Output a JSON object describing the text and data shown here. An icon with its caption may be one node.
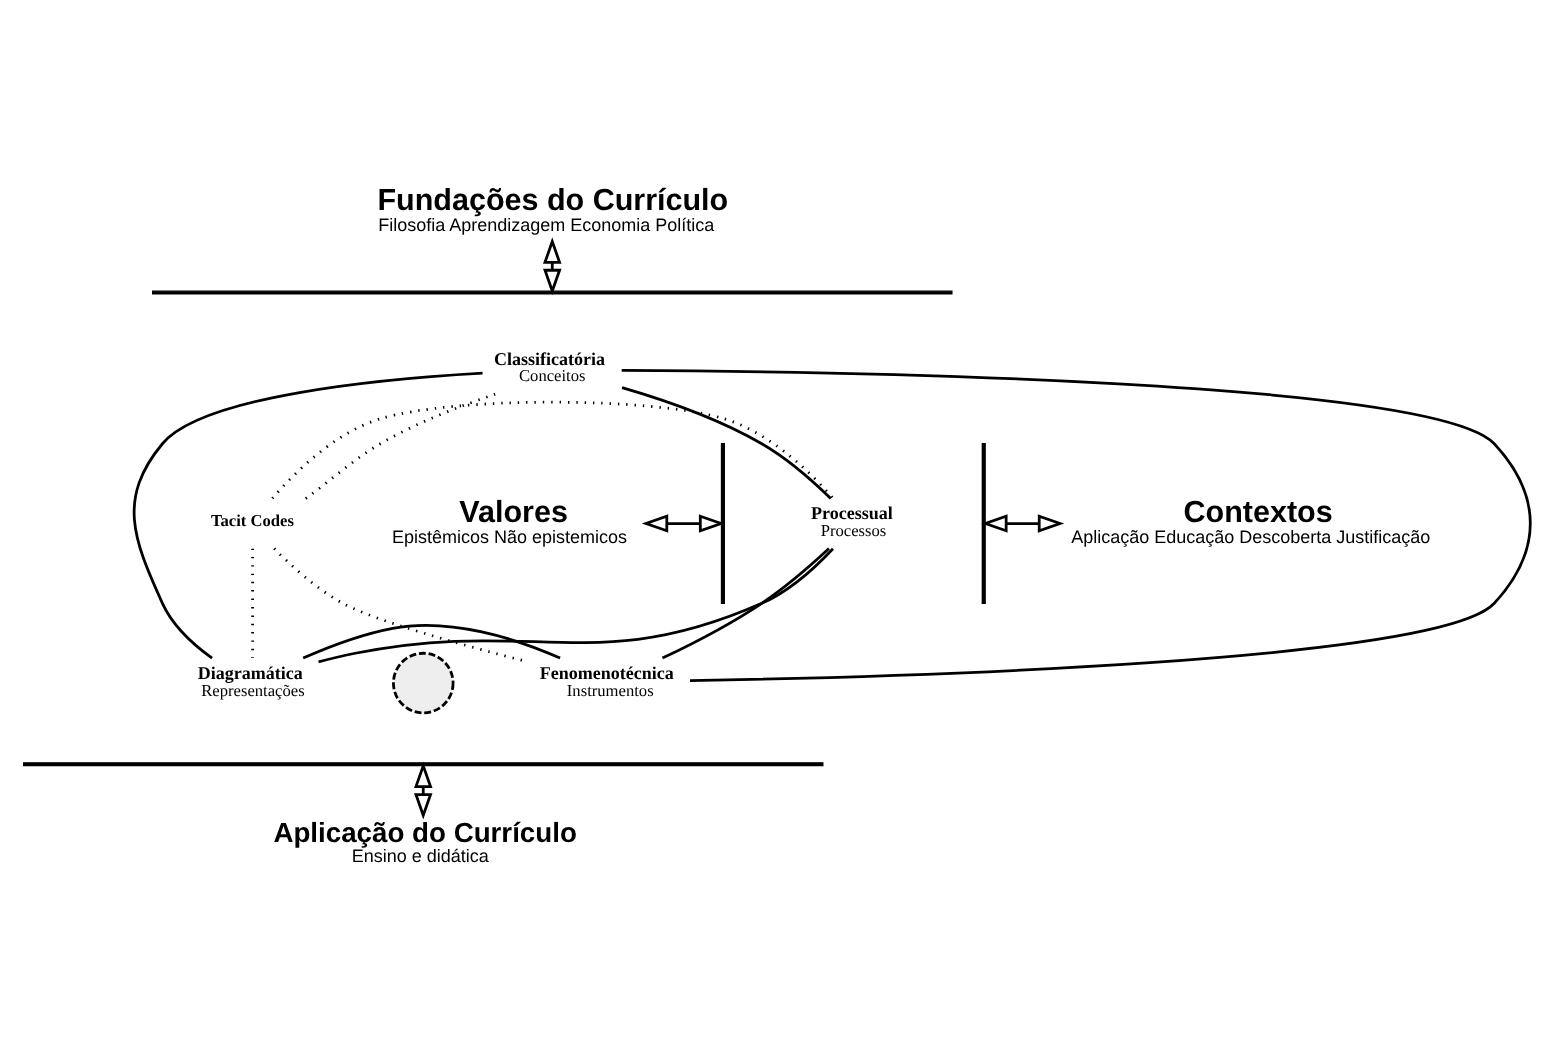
{
  "diagram": {
    "nodes": [
      {
        "text": [
          "Fundações do Currículo",
          "Filosofia Aprendizagem Economia Política"
        ]
      },
      {
        "text": [],
        "shape": "bar"
      },
      {
        "text": [
          "Classificatória",
          "Conceitos"
        ]
      },
      {
        "text": [
          "Valores",
          "Epistêmicos Não epistemicos"
        ]
      },
      {
        "text": [],
        "shape": "bar"
      },
      {
        "text": [],
        "shape": "circle"
      },
      {
        "text": [
          "Tacit Codes"
        ]
      },
      {
        "text": [
          "Processual",
          "Processos"
        ]
      },
      {
        "text": [],
        "shape": "bar"
      },
      {
        "text": [
          "Contextos",
          "Aplicação Educação Descoberta Justificação"
        ]
      },
      {
        "text": [
          "Diagramática",
          "Representações"
        ]
      },
      {
        "text": [
          "Fenomenotécnica",
          "Instrumentos"
        ]
      },
      {
        "text": [],
        "shape": "bar"
      },
      {
        "text": [
          "Aplicação do Currículo",
          "Ensino e didática"
        ]
      }
    ],
    "edges": [
      {
        "from": 0,
        "to": 1,
        "arrow": "both"
      },
      {
        "from": 3,
        "to": 4,
        "arrow": "both"
      },
      {
        "from": 8,
        "to": 9,
        "arrow": "both"
      },
      {
        "from": 12,
        "to": 13,
        "arrow": "both"
      },
      {
        "from": 2,
        "to": 7,
        "arrow": "none"
      },
      {
        "from": 2,
        "to": 10,
        "arrow": "none"
      },
      {
        "from": 2,
        "to": 11,
        "arrow": "none"
      },
      {
        "from": 7,
        "to": 10,
        "arrow": "none"
      },
      {
        "from": 7,
        "to": 11,
        "arrow": "none"
      },
      {
        "from": 10,
        "to": 11,
        "arrow": "none"
      },
      {
        "from": 6,
        "to": 2,
        "arrow": "none",
        "style": "dashed"
      },
      {
        "from": 6,
        "to": 7,
        "arrow": "none",
        "style": "dashed"
      },
      {
        "from": 6,
        "to": 10,
        "arrow": "none",
        "style": "dashed"
      },
      {
        "from": 6,
        "to": 11,
        "arrow": "none",
        "style": "dashed"
      }
    ]
  }
}
